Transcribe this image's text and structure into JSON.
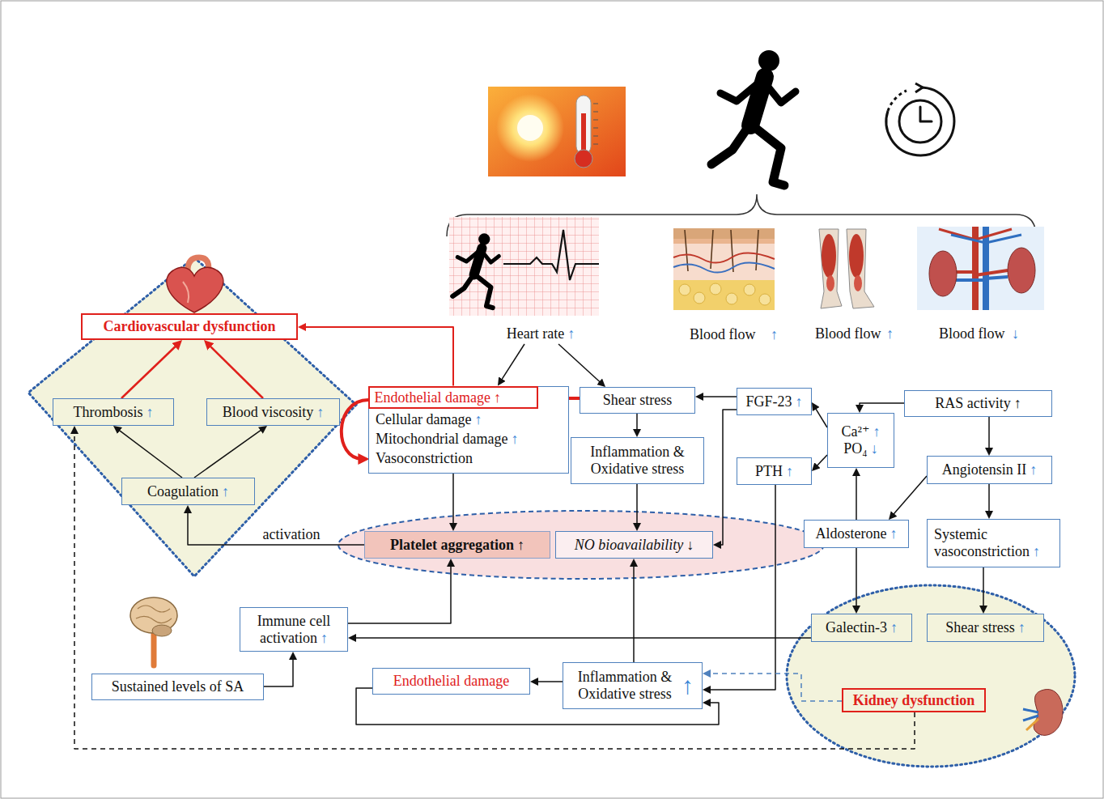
{
  "diagram": {
    "nodes": [
      {
        "text": [
          "Cardiovascular dysfunction"
        ]
      },
      {
        "text": [
          "Heart rate",
          "↑"
        ]
      },
      {
        "text": [
          "Thrombosis",
          "↑"
        ]
      },
      {
        "text": [
          "Blood viscosity",
          "↑"
        ]
      },
      {
        "text": [
          "Cellular damage",
          "↑",
          "Mitochondrial damage",
          "↑",
          "Vasoconstriction"
        ]
      },
      {
        "text": [
          "Endothelial damage",
          "↑"
        ],
        "in": 4
      },
      {
        "text": [
          "Shear stress"
        ]
      },
      {
        "text": [
          "FGF-23",
          "↑"
        ]
      },
      {
        "text": [
          "RAS activity",
          "↑"
        ]
      },
      {
        "text": [
          "Ca²⁺",
          "↑",
          "PO₄",
          "↓"
        ]
      },
      {
        "text": [
          "Inflammation & Oxidative stress"
        ]
      },
      {
        "text": [
          "PTH",
          "↑"
        ]
      },
      {
        "text": [
          "Angiotensin II",
          "↑"
        ]
      },
      {
        "text": [
          "Aldosterone",
          "↑"
        ]
      },
      {
        "text": [
          "Systemic vasoconstriction",
          "↑"
        ]
      },
      {
        "text": [
          "Coagulation",
          "↑"
        ]
      },
      {
        "text": [
          "Platelet aggregation",
          "↑"
        ]
      },
      {
        "text": [
          "NO bioavailability",
          "↓"
        ]
      },
      {
        "text": [
          "Immune cell activation",
          "↑"
        ]
      },
      {
        "text": [
          "Galectin-3",
          "↑"
        ]
      },
      {
        "text": [
          "Shear stress",
          "↑"
        ]
      },
      {
        "text": [
          "Inflammation & Oxidative stress",
          "↑"
        ]
      },
      {
        "text": [
          "Sustained levels of SA"
        ]
      },
      {
        "text": [
          "Endothelial damage"
        ]
      },
      {
        "text": [
          "Kidney dysfunction"
        ]
      }
    ],
    "edges": [
      {
        "from": 1,
        "to": 5,
        "arrow": "to"
      },
      {
        "from": 1,
        "to": 6,
        "arrow": "to"
      },
      {
        "from": 6,
        "to": 5,
        "arrow": "to"
      },
      {
        "from": 6,
        "to": 10,
        "arrow": "to"
      },
      {
        "from": 5,
        "to": 0,
        "arrow": "to"
      },
      {
        "from": 2,
        "to": 0,
        "arrow": "to"
      },
      {
        "from": 3,
        "to": 0,
        "arrow": "to"
      },
      {
        "from": 15,
        "to": 2,
        "arrow": "to"
      },
      {
        "from": 15,
        "to": 3,
        "arrow": "to"
      },
      {
        "from": 4,
        "to": 16,
        "arrow": "to"
      },
      {
        "from": 10,
        "to": 17,
        "arrow": "to"
      },
      {
        "from": 7,
        "to": 6,
        "arrow": "to"
      },
      {
        "from": 7,
        "to": 17,
        "arrow": "to"
      },
      {
        "from": 8,
        "to": 9,
        "arrow": "to"
      },
      {
        "from": 8,
        "to": 12,
        "arrow": "to"
      },
      {
        "from": 9,
        "to": 7,
        "arrow": "to"
      },
      {
        "from": 9,
        "to": 11,
        "arrow": "to"
      },
      {
        "from": 12,
        "to": 13,
        "arrow": "to"
      },
      {
        "from": 12,
        "to": 14,
        "arrow": "to"
      },
      {
        "from": 13,
        "to": 9,
        "arrow": "to"
      },
      {
        "from": 13,
        "to": 19,
        "arrow": "to"
      },
      {
        "from": 14,
        "to": 20,
        "arrow": "to"
      },
      {
        "from": 16,
        "to": 15,
        "label": "activation",
        "arrow": "to"
      },
      {
        "from": 18,
        "to": 16,
        "arrow": "to"
      },
      {
        "from": 19,
        "to": 18,
        "arrow": "to"
      },
      {
        "from": 22,
        "to": 18,
        "arrow": "to"
      },
      {
        "from": 21,
        "to": 17,
        "arrow": "to"
      },
      {
        "from": 21,
        "to": 23,
        "arrow": "to"
      },
      {
        "from": 23,
        "to": 21,
        "arrow": "to"
      },
      {
        "from": 11,
        "to": 21,
        "arrow": "to"
      },
      {
        "from": 24,
        "to": 21,
        "arrow": "to"
      },
      {
        "from": 24,
        "to": 2,
        "arrow": "to"
      }
    ],
    "labels": [
      "Blood flow",
      "↑",
      "Blood flow",
      "↑",
      "Blood flow",
      "↓"
    ]
  }
}
